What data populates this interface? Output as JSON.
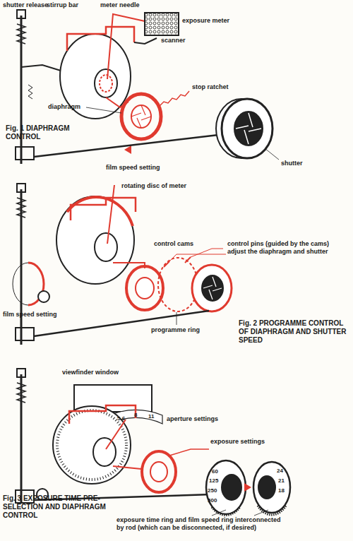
{
  "diagram": {
    "labels": [
      "shutter release",
      "stirrup bar",
      "meter needle",
      "exposure meter",
      "scanner",
      "diaphragm",
      "stop ratchet",
      "Fig. 1 DIAPHRAGM CONTROL",
      "shutter",
      "film speed setting",
      "rotating disc of meter",
      "control cams",
      "control pins (guided by the cams) adjust the diaphragm and shutter",
      "film speed setting",
      "programme ring",
      "Fig. 2 PROGRAMME CONTROL OF DIAPHRAGM AND SHUTTER SPEED",
      "viewfinder window",
      "5.6",
      "8",
      "11",
      "aperture settings",
      "exposure settings",
      "Fig. 3 EXPOSURE TIME PRE-SELECTION AND DIAPHRAGM CONTROL",
      "500",
      "250",
      "125",
      "60",
      "24",
      "21",
      "18",
      "exposure time ring and film speed ring interconnected by rod (which can be disconnected, if desired)"
    ]
  }
}
